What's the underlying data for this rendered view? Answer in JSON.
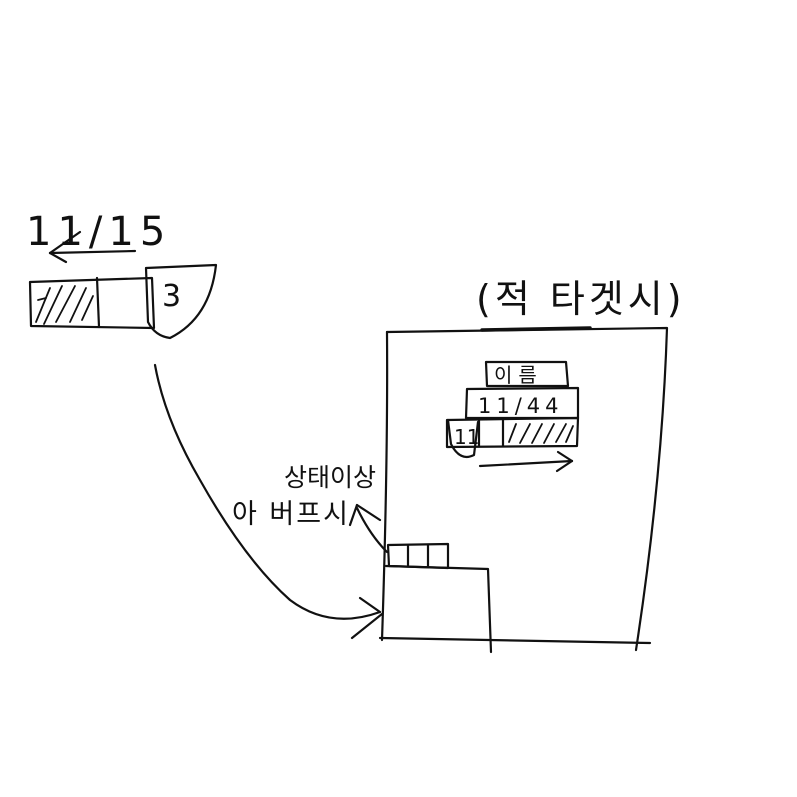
{
  "player_gauge": {
    "hp_text": "11/15",
    "level": "3"
  },
  "annotation": {
    "line1": "상태이상",
    "line2": "아 버프시"
  },
  "target_window": {
    "title": "(적 타겟시)",
    "name": "이름",
    "hp_text": "11/44",
    "level": "11"
  }
}
